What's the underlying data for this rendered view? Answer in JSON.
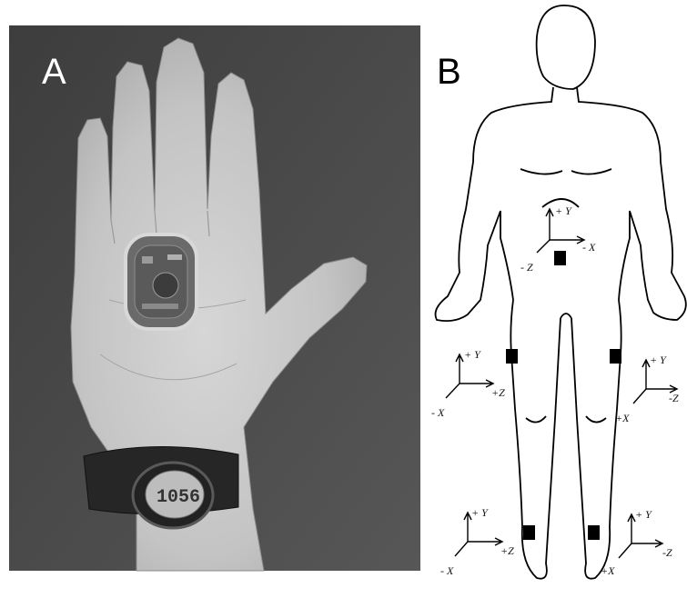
{
  "panel_a": {
    "label": "A"
  },
  "panel_b": {
    "label": "B",
    "sensor_sets": [
      {
        "id": "trunk",
        "y": "+ Y",
        "x": "- X",
        "z": "- Z"
      },
      {
        "id": "left-thigh",
        "y": "+ Y",
        "x": "- X",
        "z": "+Z"
      },
      {
        "id": "right-thigh",
        "y": "+ Y",
        "x": "+X",
        "z": "-Z"
      },
      {
        "id": "left-shank",
        "y": "+ Y",
        "x": "- X",
        "z": "+Z"
      },
      {
        "id": "right-shank",
        "y": "+ Y",
        "x": "+X",
        "z": "-Z"
      }
    ]
  },
  "watch": {
    "display": "1056"
  },
  "colors": {
    "photo_bg": "#4d4d4d",
    "skin": "#c8c8c8",
    "ink": "#000000"
  }
}
